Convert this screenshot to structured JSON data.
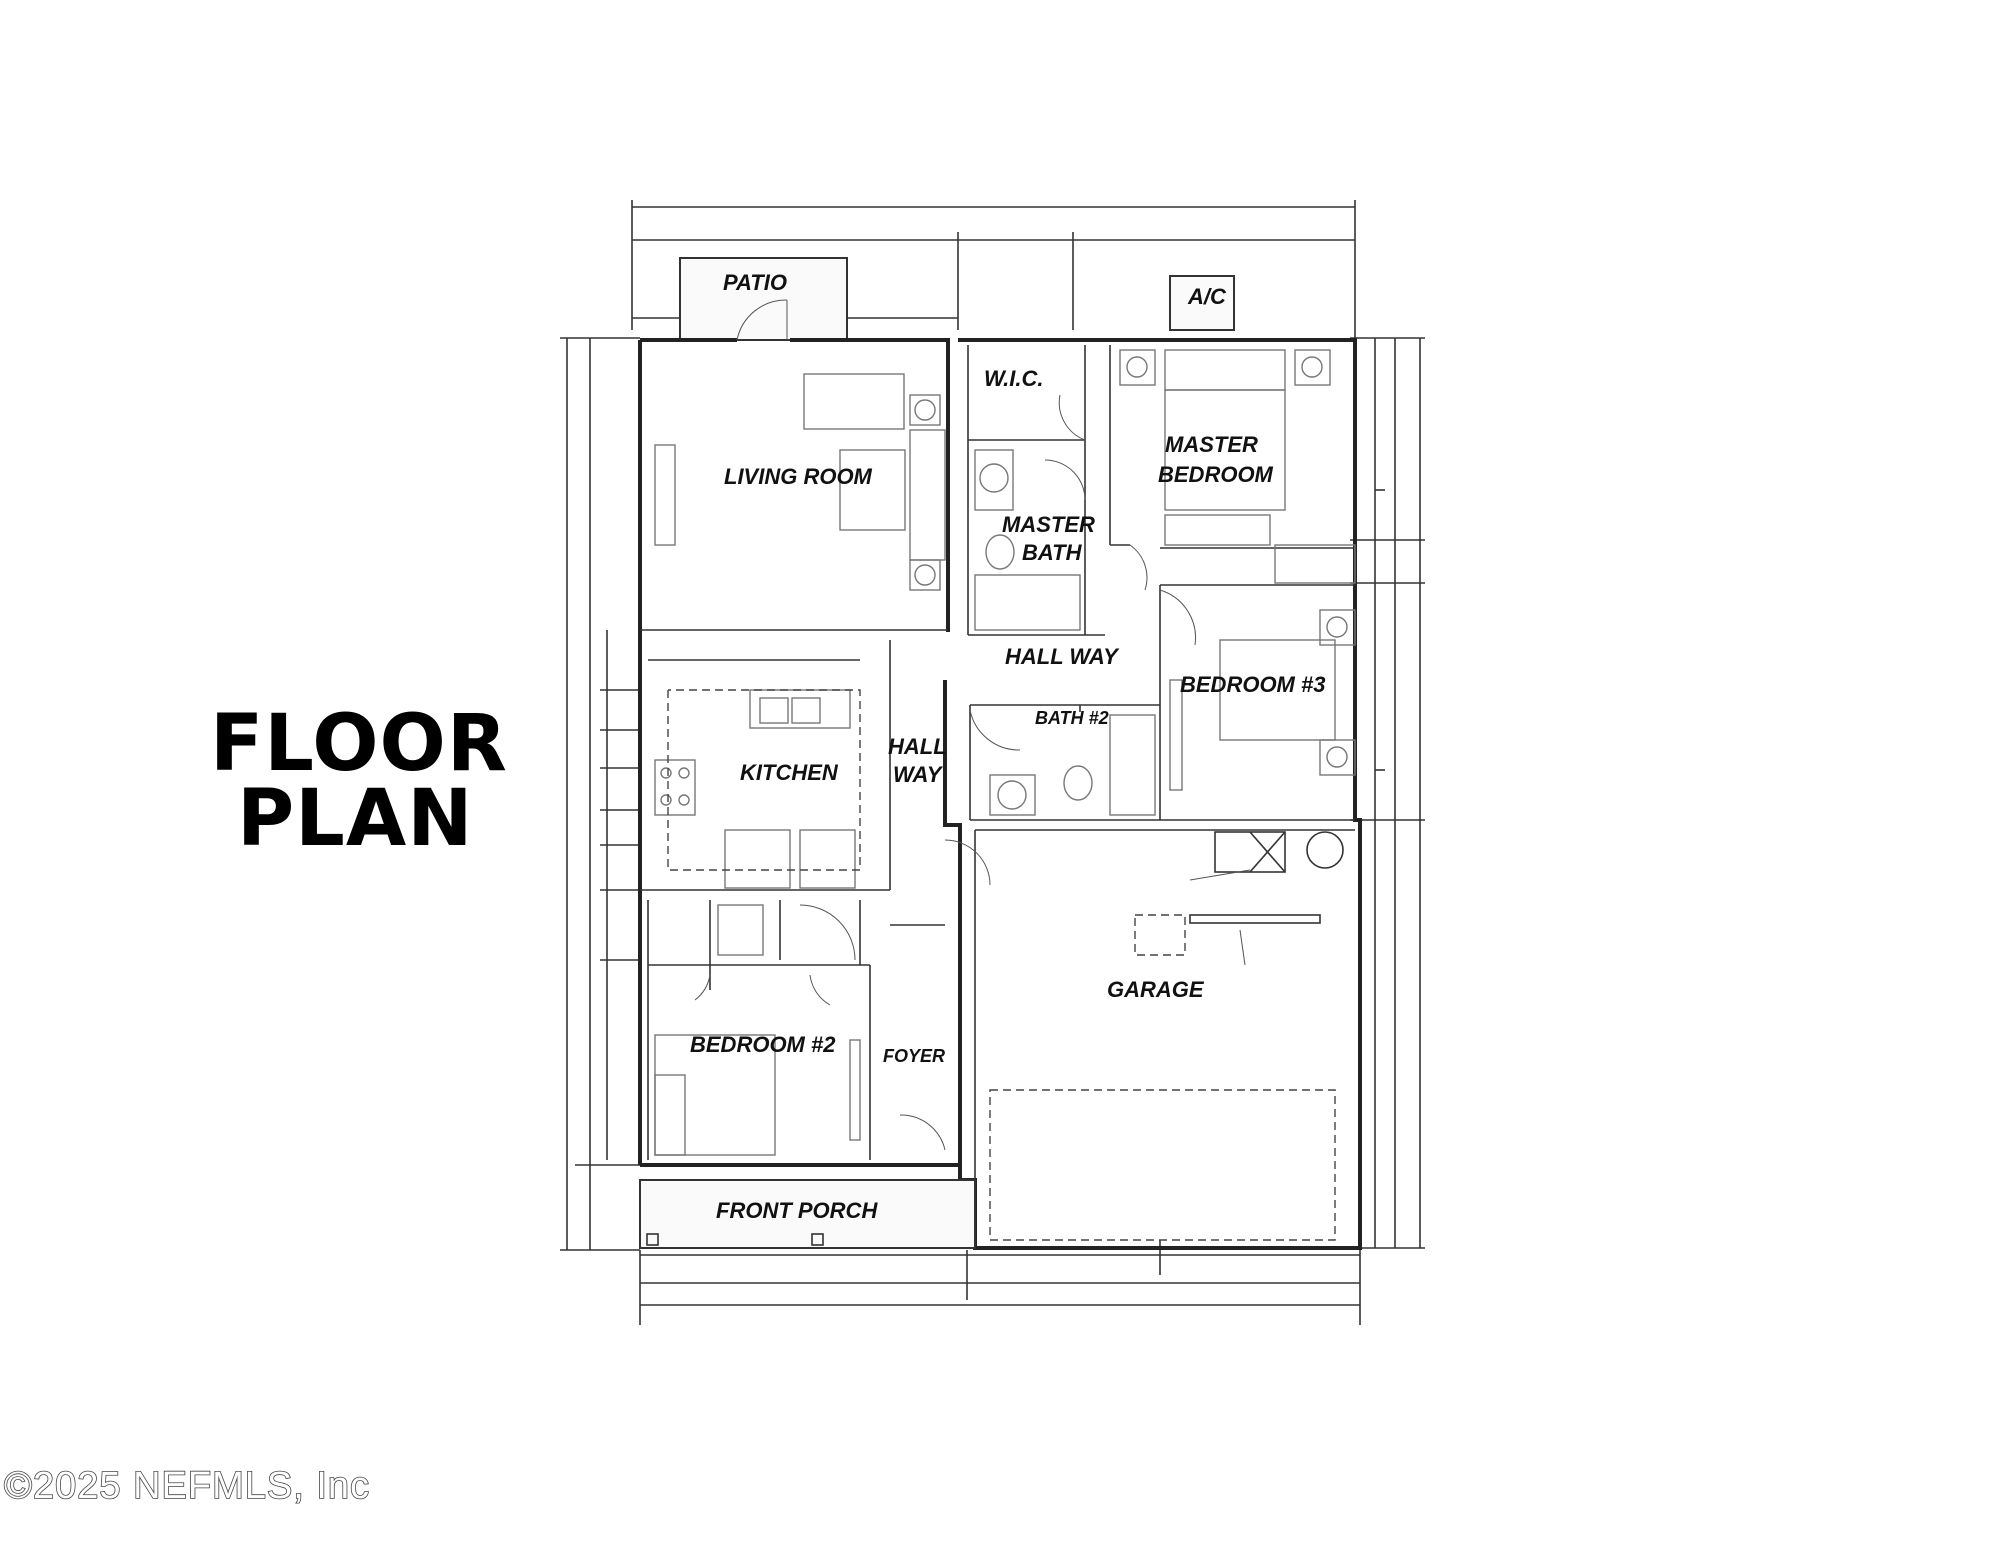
{
  "title": {
    "line1": "FLOOR",
    "line2": "PLAN"
  },
  "rooms": {
    "patio": "PATIO",
    "ac": "A/C",
    "wic": "W.I.C.",
    "living_room": "LIVING ROOM",
    "master_bedroom_1": "MASTER",
    "master_bedroom_2": "BEDROOM",
    "master_bath_1": "MASTER",
    "master_bath_2": "BATH",
    "hall_way_top": "HALL WAY",
    "bedroom3": "BEDROOM #3",
    "bath2": "BATH #2",
    "kitchen": "KITCHEN",
    "hall_way_left_1": "HALL",
    "hall_way_left_2": "WAY",
    "garage": "GARAGE",
    "bedroom2": "BEDROOM #2",
    "foyer": "FOYER",
    "front_porch": "FRONT PORCH"
  },
  "watermark": "©2025 NEFMLS, Inc"
}
